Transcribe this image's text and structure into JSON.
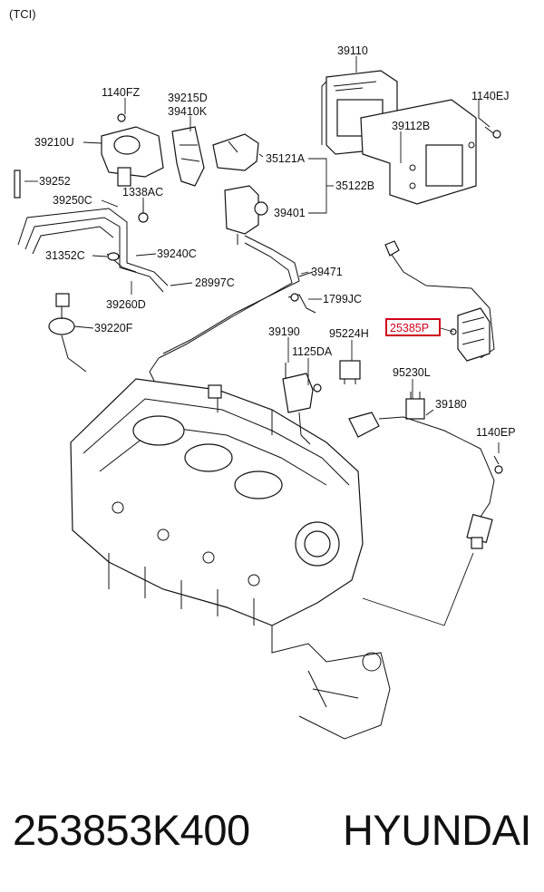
{
  "header": {
    "note": "(TCI)"
  },
  "labels": {
    "p39110": "39110",
    "p1140FZ": "1140FZ",
    "p39215D": "39215D",
    "p39410K": "39410K",
    "p1140EJ": "1140EJ",
    "p39210U": "39210U",
    "p39112B": "39112B",
    "p35121A": "35121A",
    "p39252": "39252",
    "p1338AC": "1338AC",
    "p35122B": "35122B",
    "p39250C": "39250C",
    "p39401": "39401",
    "p31352C": "31352C",
    "p39240C": "39240C",
    "p39471": "39471",
    "p28997C": "28997C",
    "p1799JC": "1799JC",
    "p39260D": "39260D",
    "p39220F": "39220F",
    "p25385P": "25385P",
    "p39190": "39190",
    "p95224H": "95224H",
    "p1125DA": "1125DA",
    "p95230L": "95230L",
    "p39180": "39180",
    "p1140EP": "1140EP"
  },
  "highlight": {
    "accent": "#d0021b"
  },
  "footer": {
    "part_number": "253853K400",
    "brand": "HYUNDAI"
  }
}
